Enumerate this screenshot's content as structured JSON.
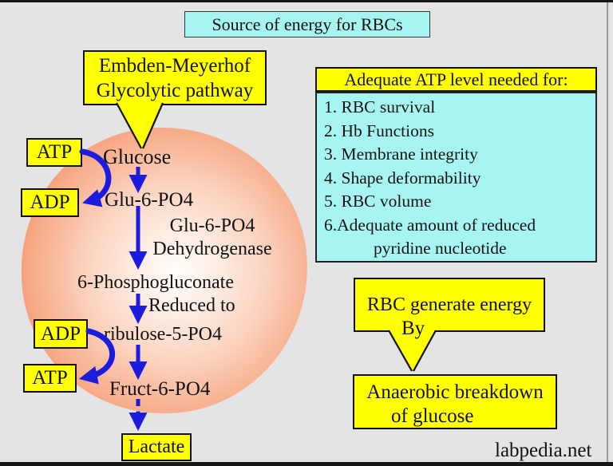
{
  "title": {
    "text": "Source of energy for RBCs"
  },
  "callout": {
    "line1": "Embden-Meyerhof",
    "line2": "Glycolytic pathway"
  },
  "pathway": {
    "atp_top": "ATP",
    "adp_top": "ADP",
    "adp_mid": "ADP",
    "atp_mid": "ATP",
    "glucose": "Glucose",
    "glu6po4": "Glu-6-PO4",
    "enzyme1": "Glu-6-PO4",
    "enzyme2": "Dehydrogenase",
    "phosphogluconate": "6-Phosphogluconate",
    "reduced": "Reduced to",
    "ribulose": "ribulose-5-PO4",
    "fruct": "Fruct-6-PO4",
    "lactate": "Lactate"
  },
  "atp_panel": {
    "header": "Adequate ATP level needed for:",
    "items": [
      "1. RBC survival",
      "2. Hb Functions",
      "3. Membrane integrity",
      "4. Shape deformability",
      "5. RBC volume",
      "6.Adequate amount of reduced",
      "pyridine nucleotide"
    ]
  },
  "energy_callout": {
    "line1": "RBC generate energy",
    "line2": "By"
  },
  "anaerobic_box": {
    "line1": "Anaerobic breakdown",
    "line2": "of glucose"
  },
  "watermark": "labpedia.net",
  "colors": {
    "background": "#e4e4e4",
    "yellow": "#ffff00",
    "cyan": "#a6f5f3",
    "blue": "#1c1cdf",
    "cell_edge": "#f3714a"
  }
}
